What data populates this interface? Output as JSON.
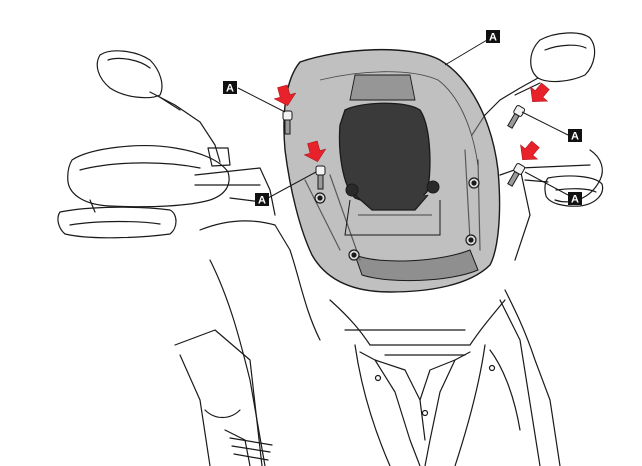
{
  "diagram": {
    "callout_label": "A",
    "colors": {
      "line": "#1a1a1a",
      "windscreen_fill": "#8c8c8c",
      "dark_part": "#3a3a3a",
      "arrow": "#e8222b",
      "label_bg": "#111111",
      "label_text": "#ffffff"
    },
    "callouts": [
      {
        "id": "callout-1"
      },
      {
        "id": "callout-2"
      },
      {
        "id": "callout-3"
      },
      {
        "id": "callout-4"
      },
      {
        "id": "callout-5"
      }
    ]
  }
}
